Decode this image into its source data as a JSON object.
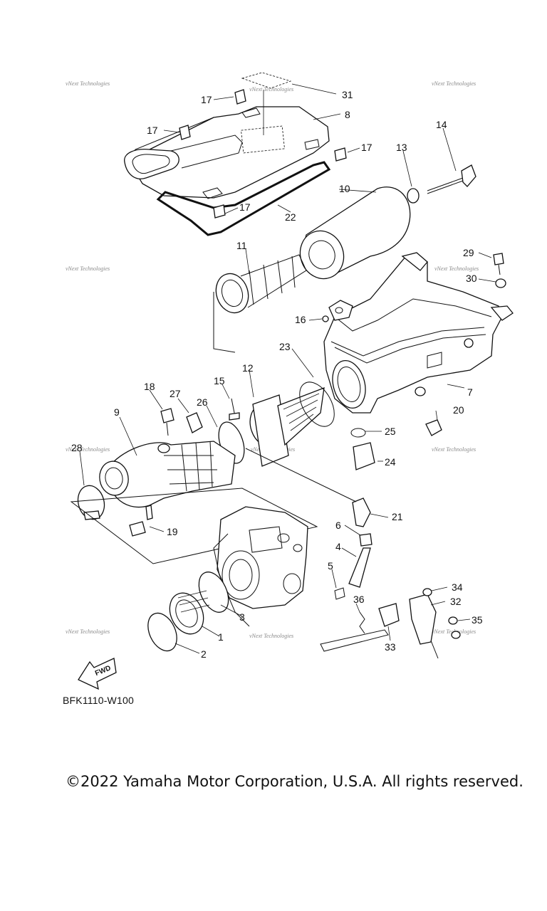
{
  "diagram": {
    "code": "BFK1110-W100",
    "copyright": "©2022 Yamaha Motor Corporation, U.S.A. All rights reserved.",
    "fwd_label": "FWD",
    "watermark": "vNext Technologies",
    "callouts": {
      "n1": "1",
      "n2": "2",
      "n3": "3",
      "n4": "4",
      "n5": "5",
      "n6": "6",
      "n7": "7",
      "n8": "8",
      "n9": "9",
      "n10": "10",
      "n11": "11",
      "n12": "12",
      "n13": "13",
      "n14": "14",
      "n15": "15",
      "n16": "16",
      "n17": "17",
      "n18": "18",
      "n19": "19",
      "n20": "20",
      "n21": "21",
      "n22": "22",
      "n23": "23",
      "n24": "24",
      "n25": "25",
      "n26": "26",
      "n27": "27",
      "n28": "28",
      "n29": "29",
      "n30": "30",
      "n31": "31",
      "n32": "32",
      "n33": "33",
      "n34": "34",
      "n35": "35",
      "n36": "36"
    }
  }
}
